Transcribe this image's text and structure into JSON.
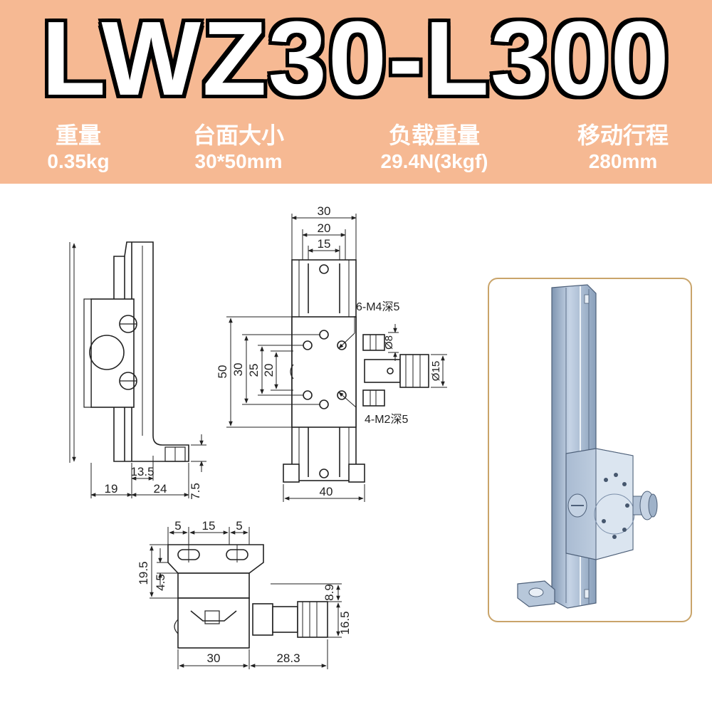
{
  "banner": {
    "model": "LWZ30-L300",
    "color": "#f6b993",
    "specs": [
      {
        "label": "重量",
        "value": "0.35kg"
      },
      {
        "label": "台面大小",
        "value": "30*50mm"
      },
      {
        "label": "负载重量",
        "value": "29.4N(3kgf)"
      },
      {
        "label": "移动行程",
        "value": "280mm"
      }
    ]
  },
  "drawings": {
    "side_view": {
      "dims": [
        "13.5",
        "7.5",
        "19",
        "24"
      ]
    },
    "front_view": {
      "dims": [
        "30",
        "20",
        "15",
        "50",
        "30",
        "25",
        "20",
        "40",
        "Ø8",
        "Ø15"
      ],
      "callouts": [
        "6-M4深5",
        "4-M2深5"
      ]
    },
    "bottom_view": {
      "dims": [
        "5",
        "15",
        "5",
        "19.5",
        "4.5",
        "8.9",
        "16.5",
        "30",
        "28.3"
      ]
    }
  },
  "photo": {
    "icon": "vertical-stage-photo",
    "frame_color": "#c9a46a"
  }
}
